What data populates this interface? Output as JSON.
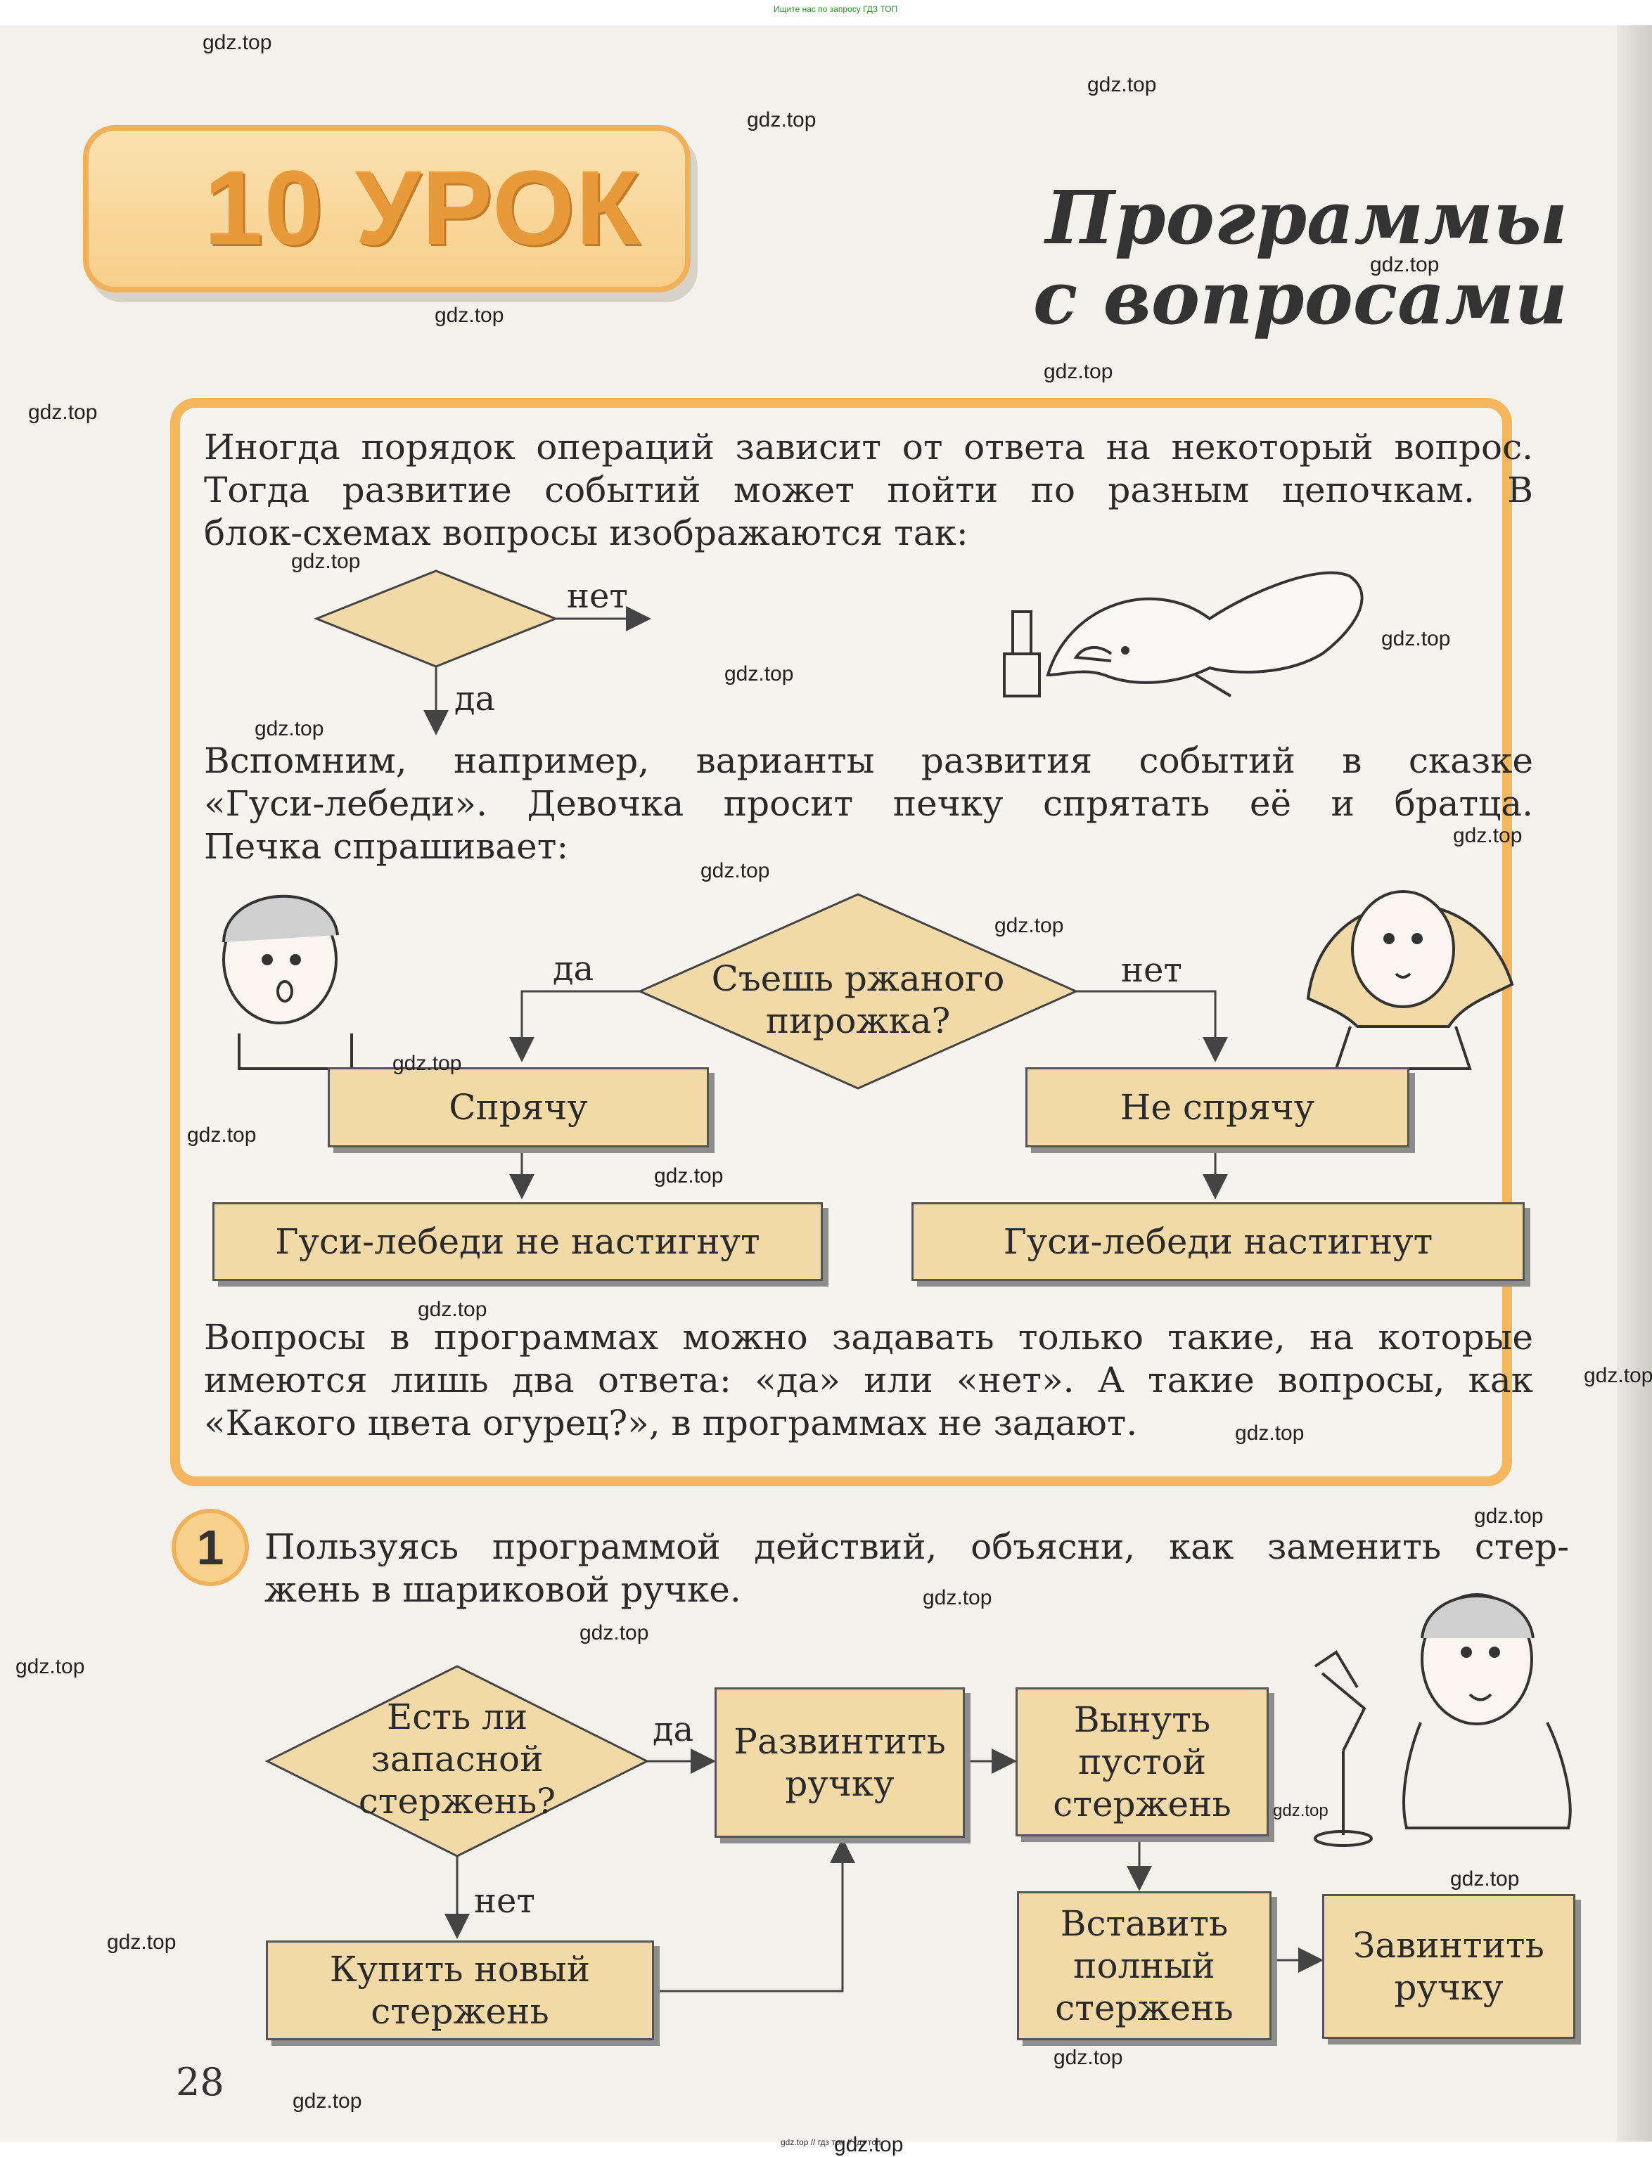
{
  "header": {
    "top_notice": "Ищите нас по запросу ГДЗ ТОП",
    "lesson_label": "10 УРОК",
    "title_line1": "Программы",
    "title_line2": "с вопросами"
  },
  "intro": {
    "line1": "Иногда порядок операций зависит от ответа на некоторый вопрос.",
    "line2": "Тогда развитие событий может пойти по разным цепочкам. В",
    "line3": "блок-схемах вопросы изображаются так:",
    "no_label": "нет",
    "yes_label": "да"
  },
  "story": {
    "line1": "Вспомним, например, варианты развития событий в сказке",
    "line2": "«Гуси-лебеди». Девочка просит печку спрятать её и братца.",
    "line3": "Печка спрашивает:",
    "question_line1": "Съешь ржаного",
    "question_line2": "пирожка?",
    "yes_label": "да",
    "no_label": "нет",
    "yes_box": "Спрячу",
    "no_box": "Не спрячу",
    "yes_result": "Гуси-лебеди не настигнут",
    "no_result": "Гуси-лебеди настигнут"
  },
  "rule": {
    "line1": "Вопросы в программах можно задавать только такие, на которые",
    "line2": "имеются лишь два ответа: «да» или «нет». А такие вопросы, как",
    "line3": "«Какого цвета огурец?», в программах не задают."
  },
  "task": {
    "number": "1",
    "line1": "Пользуясь программой действий, объясни, как заменить стер-",
    "line2": "жень в шариковой ручке.",
    "question_line1": "Есть ли",
    "question_line2": "запасной",
    "question_line3": "стержень?",
    "yes_label": "да",
    "no_label": "нет",
    "step_unscrew_1": "Развинтить",
    "step_unscrew_2": "ручку",
    "step_remove_1": "Вынуть",
    "step_remove_2": "пустой",
    "step_remove_3": "стержень",
    "step_buy_1": "Купить новый",
    "step_buy_2": "стержень",
    "step_insert_1": "Вставить",
    "step_insert_2": "полный",
    "step_insert_3": "стержень",
    "step_screw_1": "Завинтить",
    "step_screw_2": "ручку"
  },
  "footer": {
    "page_number": "28",
    "bottom_links": "gdz.top // гдз топ // гдз топ"
  },
  "watermark": "gdz.top",
  "colors": {
    "accent_orange": "#f4b75e",
    "box_fill": "#f2d9a8",
    "page_bg": "#f3f1ec"
  }
}
